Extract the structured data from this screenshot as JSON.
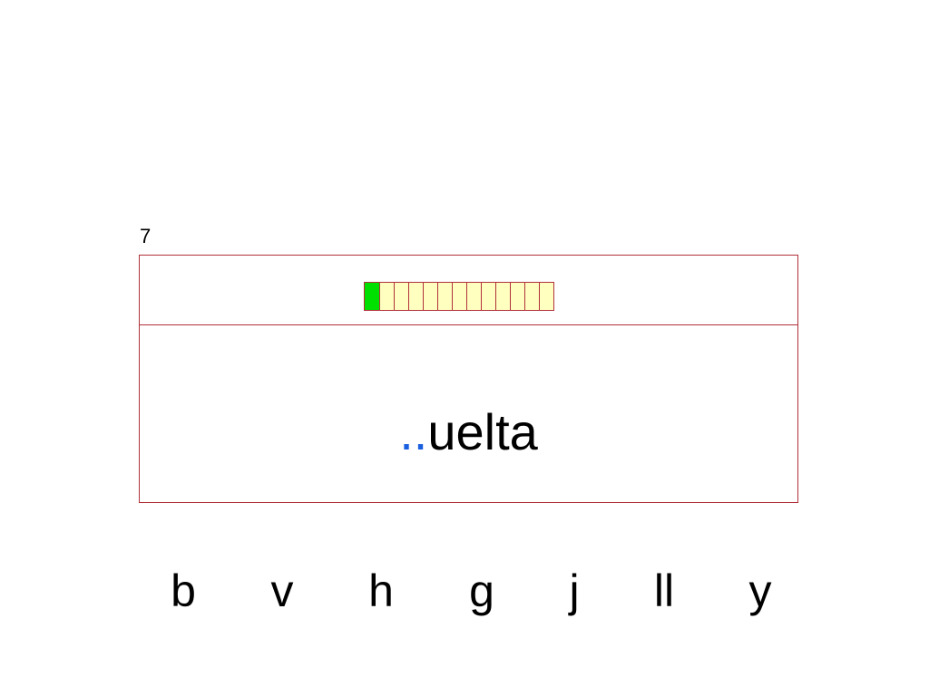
{
  "counter": "7",
  "progress": {
    "total": 13,
    "completed": 1,
    "done_color": "#00e000",
    "pending_color": "#ffffc0",
    "border_color": "#b0303a"
  },
  "word": {
    "blank": "..",
    "rest": "uelta",
    "blank_color": "#1a5fe0"
  },
  "options": [
    "b",
    "v",
    "h",
    "g",
    "j",
    "ll",
    "y"
  ]
}
